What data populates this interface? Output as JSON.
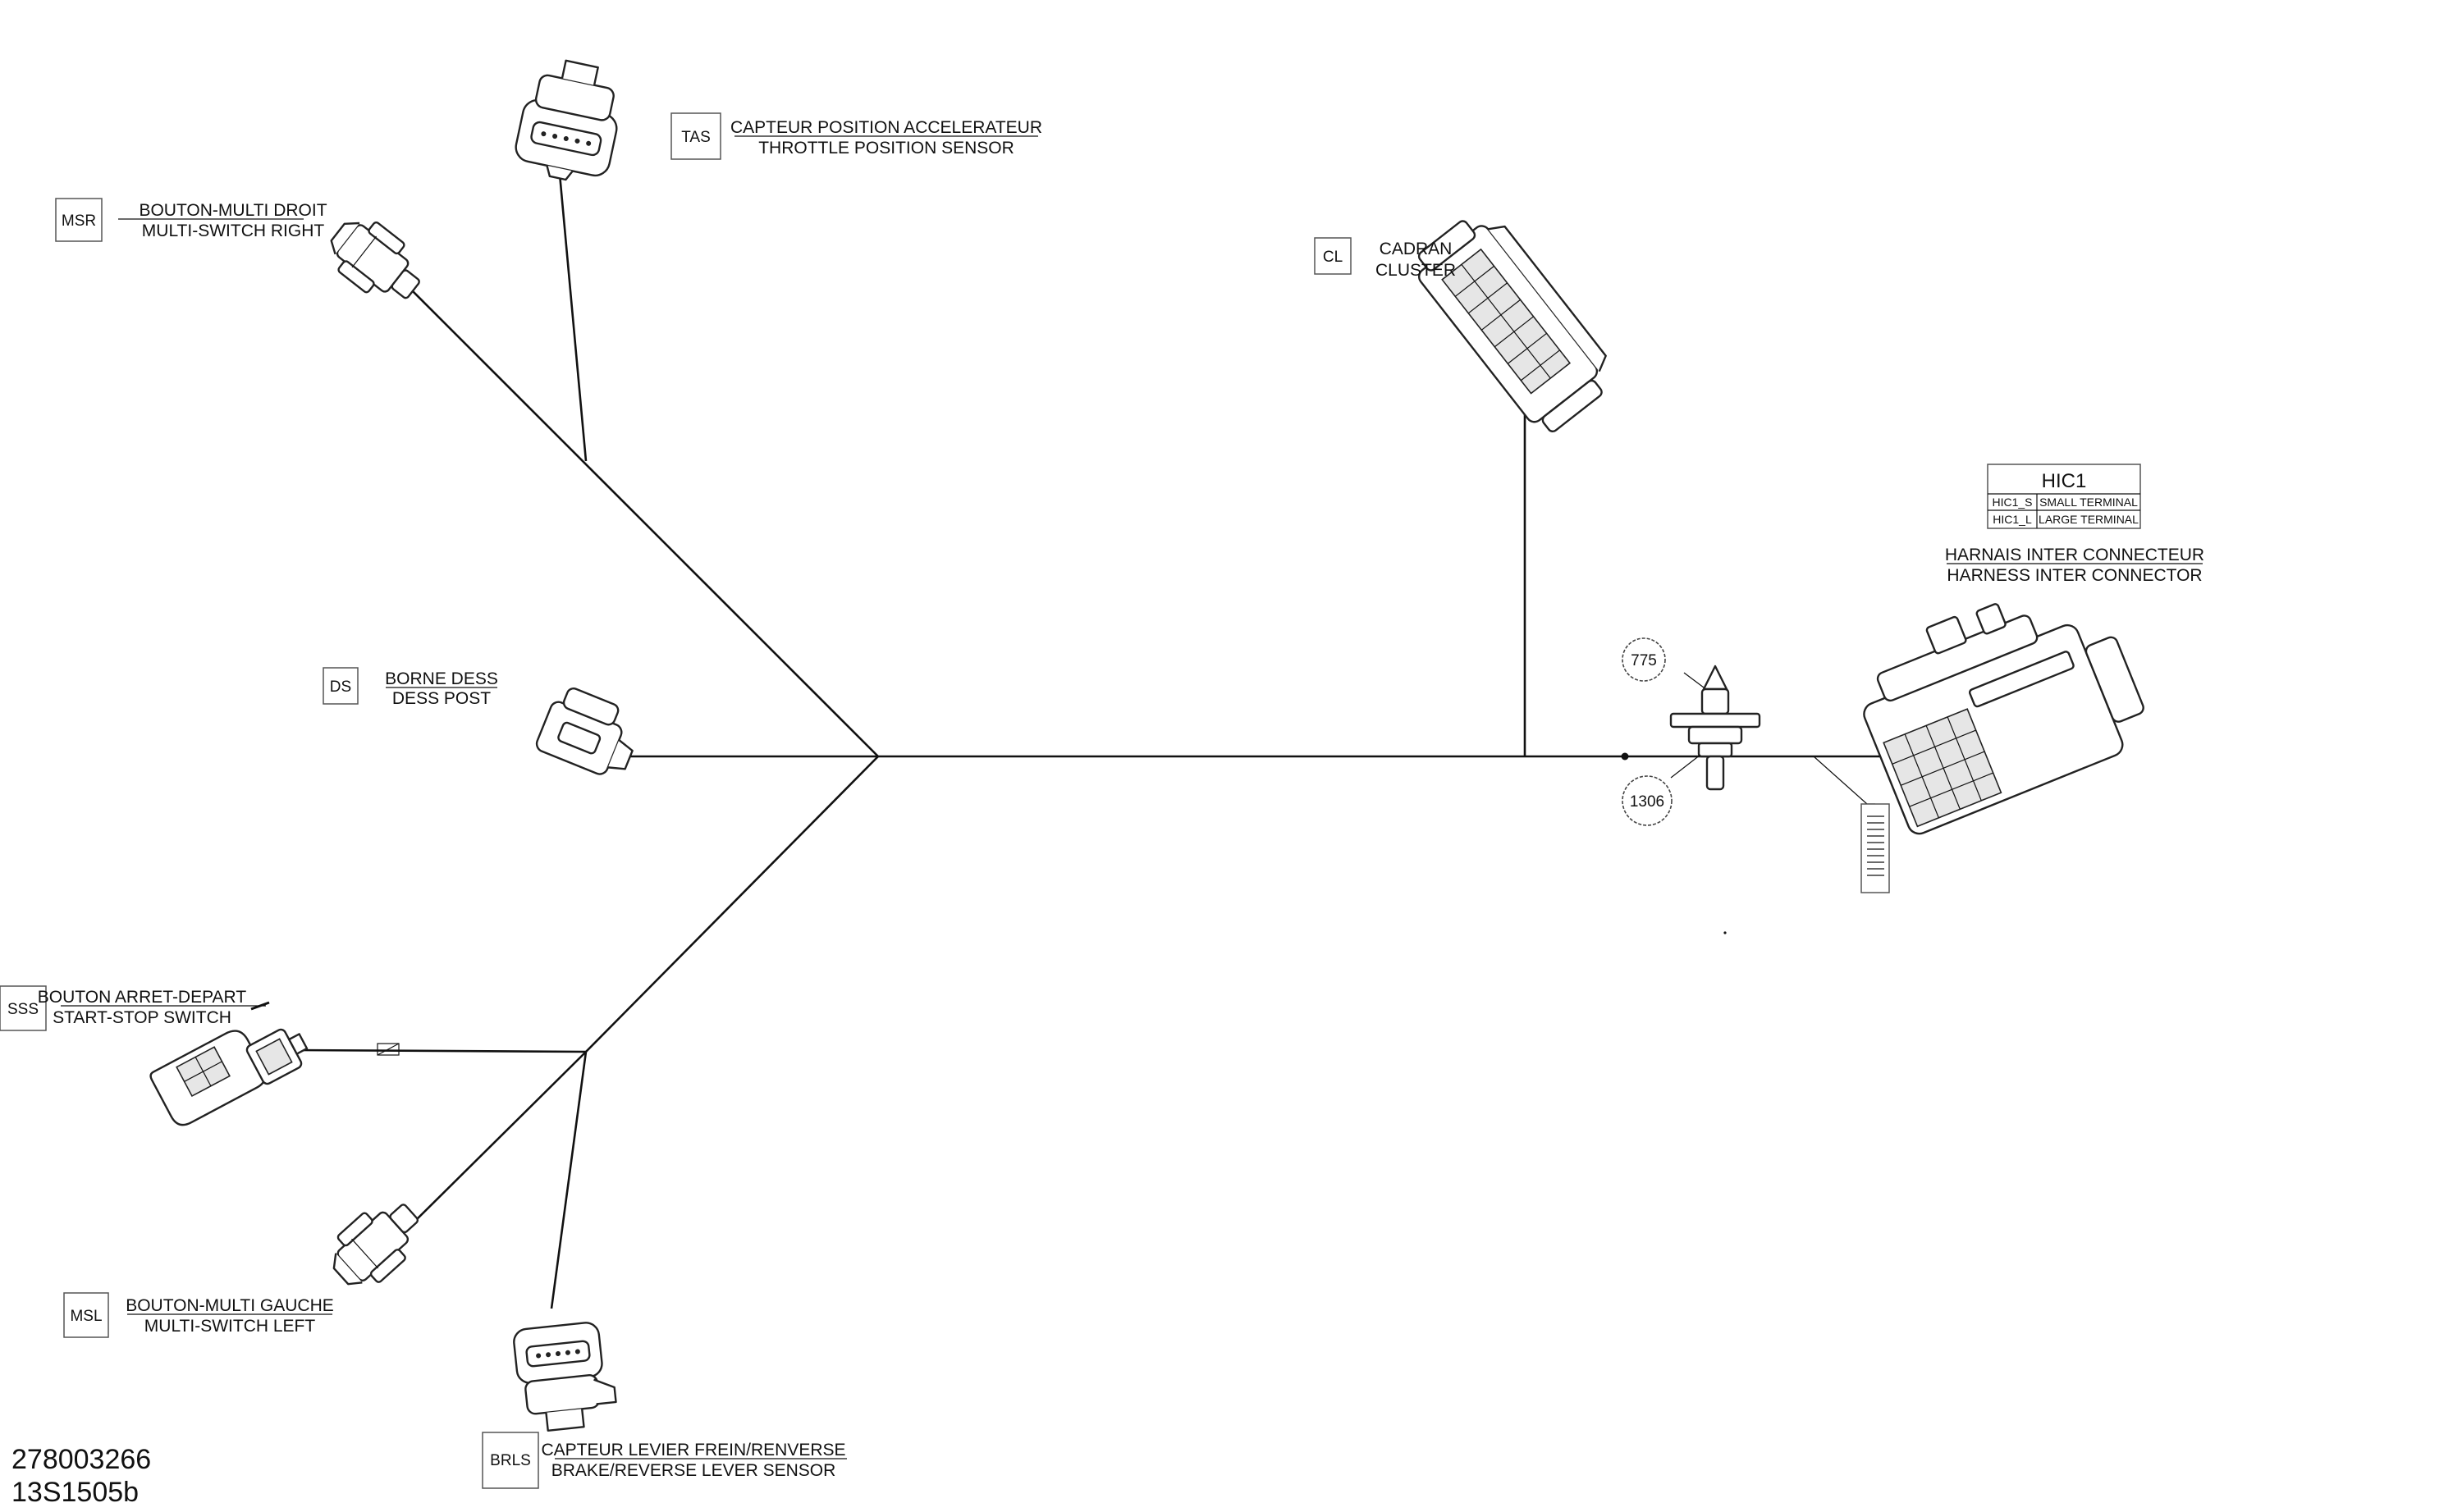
{
  "connectors": {
    "tas": {
      "code": "TAS",
      "label_fr": "CAPTEUR POSITION ACCELERATEUR",
      "label_en": "THROTTLE POSITION SENSOR"
    },
    "msr": {
      "code": "MSR",
      "label_fr": "BOUTON-MULTI DROIT",
      "label_en": "MULTI-SWITCH RIGHT"
    },
    "cl": {
      "code": "CL",
      "label_fr": "CADRAN",
      "label_en": "CLUSTER"
    },
    "ds": {
      "code": "DS",
      "label_fr": "BORNE DESS",
      "label_en": "DESS POST"
    },
    "sss": {
      "code": "SSS",
      "label_fr": "BOUTON ARRET-DEPART",
      "label_en": "START-STOP SWITCH"
    },
    "msl": {
      "code": "MSL",
      "label_fr": "BOUTON-MULTI GAUCHE",
      "label_en": "MULTI-SWITCH LEFT"
    },
    "brls": {
      "code": "BRLS",
      "label_fr": "CAPTEUR LEVIER FREIN/RENVERSE",
      "label_en": "BRAKE/REVERSE LEVER SENSOR"
    },
    "hic": {
      "label_fr": "HARNAIS INTER CONNECTEUR",
      "label_en": "HARNESS INTER CONNECTOR"
    }
  },
  "hic_table": {
    "title": "HIC1",
    "rows": [
      {
        "code": "HIC1_S",
        "desc": "SMALL TERMINAL"
      },
      {
        "code": "HIC1_L",
        "desc": "LARGE TERMINAL"
      }
    ]
  },
  "refs": {
    "top": "775",
    "bottom": "1306"
  },
  "footer": {
    "part_number": "278003266",
    "drawing_id": "13S1505b"
  }
}
